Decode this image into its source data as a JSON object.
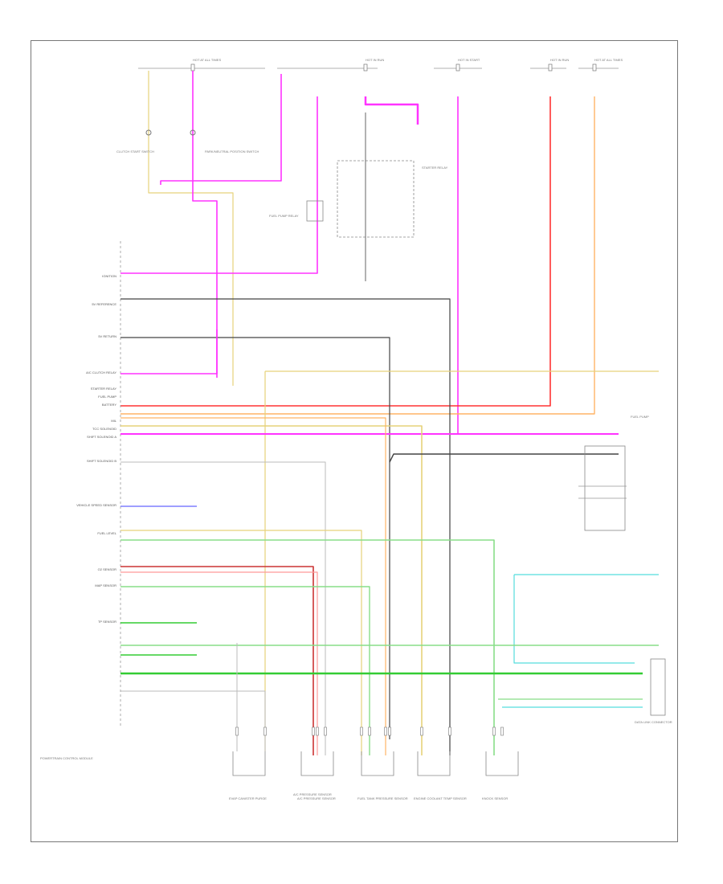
{
  "diagram": {
    "title": "",
    "footer": "",
    "fuses": [
      {
        "id": "f1",
        "label": "HOT AT ALL TIMES"
      },
      {
        "id": "f2",
        "label": "HOT IN RUN"
      },
      {
        "id": "f3",
        "label": "HOT IN START"
      },
      {
        "id": "f4",
        "label": "HOT IN RUN"
      },
      {
        "id": "f5",
        "label": "HOT AT ALL TIMES"
      }
    ],
    "module": {
      "name": "POWERTRAIN CONTROL MODULE"
    },
    "pcm_pins": [
      {
        "label": "IGNITION"
      },
      {
        "label": "5V REFERENCE"
      },
      {
        "label": "5V RETURN"
      },
      {
        "label": "A/C CLUTCH RELAY"
      },
      {
        "label": "STARTER RELAY"
      },
      {
        "label": "FUEL PUMP"
      },
      {
        "label": "BATTERY"
      },
      {
        "label": "MIL"
      },
      {
        "label": "TCC SOLENOID"
      },
      {
        "label": "SHIFT SOLENOID A"
      },
      {
        "label": "SHIFT SOLENOID B"
      },
      {
        "label": "VEHICLE SPEED SENSOR"
      },
      {
        "label": "FUEL LEVEL"
      },
      {
        "label": "O2 SENSOR"
      },
      {
        "label": "MAP SENSOR"
      },
      {
        "label": "TP SENSOR"
      }
    ],
    "components": [
      {
        "label": "CLUTCH START SWITCH"
      },
      {
        "label": "PARK/NEUTRAL POSITION SWITCH"
      },
      {
        "label": "STARTER RELAY"
      },
      {
        "label": "FUEL PUMP RELAY"
      },
      {
        "label": "EVAP CANISTER PURGE"
      },
      {
        "label": "A/C PRESSURE SENSOR"
      },
      {
        "label": "FUEL TANK PRESSURE SENSOR"
      },
      {
        "label": "ENGINE COOLANT TEMP SENSOR"
      },
      {
        "label": "KNOCK SENSOR"
      },
      {
        "label": "DATA LINK CONNECTOR"
      },
      {
        "label": "FUEL PUMP"
      }
    ],
    "wire_colors": {
      "pink": "#ff33ff",
      "red": "#ff3333",
      "orange": "#ffb366",
      "tan": "#e6d27a",
      "black": "#444444",
      "gray": "#aaaaaa",
      "green": "#33cc33",
      "lightgreen": "#88dd88",
      "blue": "#6666ff",
      "cyan": "#55dddd",
      "darkred": "#cc3333"
    }
  }
}
